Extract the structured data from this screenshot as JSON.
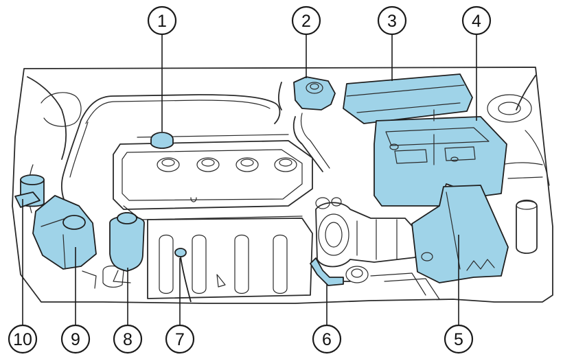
{
  "colors": {
    "highlight": "#9fd3e8",
    "outline": "#2a2a2a",
    "background": "#ffffff"
  },
  "callouts": [
    {
      "label": "1",
      "part": "engine-oil-filler-cap"
    },
    {
      "label": "2",
      "part": "brake-fluid-reservoir"
    },
    {
      "label": "3",
      "part": "fuse-box"
    },
    {
      "label": "4",
      "part": "battery"
    },
    {
      "label": "5",
      "part": "air-cleaner"
    },
    {
      "label": "6",
      "part": "transmission-dipstick"
    },
    {
      "label": "7",
      "part": "engine-oil-dipstick"
    },
    {
      "label": "8",
      "part": "power-steering-reservoir"
    },
    {
      "label": "9",
      "part": "coolant-reservoir"
    },
    {
      "label": "10",
      "part": "windshield-washer-reservoir"
    }
  ]
}
